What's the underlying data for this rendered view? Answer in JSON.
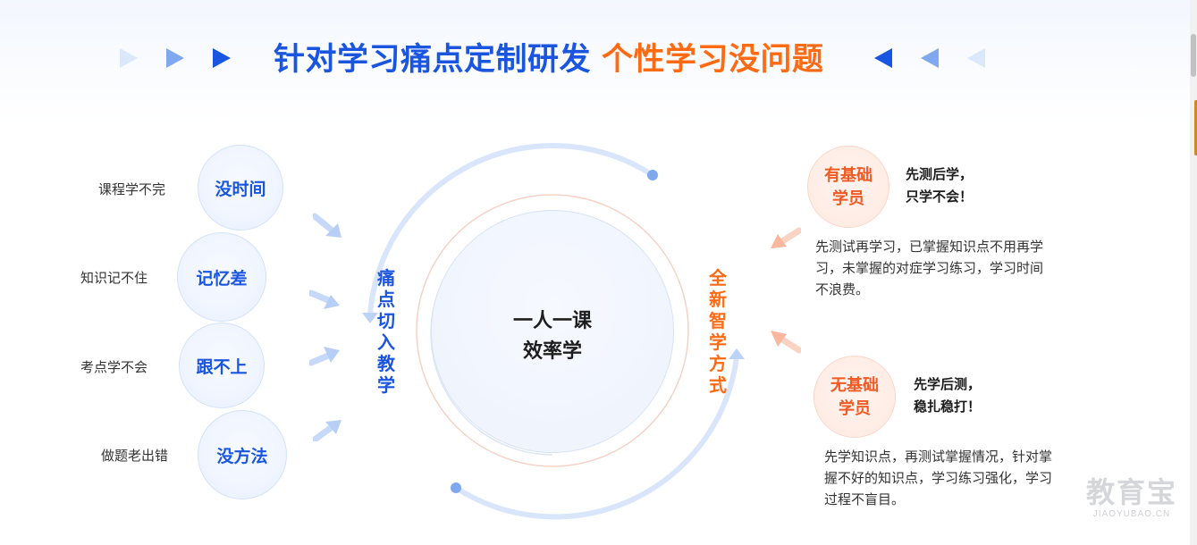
{
  "header": {
    "title_blue": "针对学习痛点定制研发",
    "title_orange": "个性学习没问题",
    "colors": {
      "blue": "#1a55e0",
      "orange": "#ff6a13"
    }
  },
  "pain_points": [
    {
      "label": "课程学不完",
      "bubble": "没时间"
    },
    {
      "label": "知识记不住",
      "bubble": "记忆差"
    },
    {
      "label": "考点学不会",
      "bubble": "跟不上"
    },
    {
      "label": "做题老出错",
      "bubble": "没方法"
    }
  ],
  "left_vertical": "痛点切入教学",
  "center": {
    "line1": "一人一课",
    "line2": "效率学"
  },
  "right_vertical": "全新智学方式",
  "students": [
    {
      "bubble_line1": "有基础",
      "bubble_line2": "学员",
      "tag_line1": "先测后学，",
      "tag_line2": "只学不会！",
      "desc": "先测试再学习，已掌握知识点不用再学习，未掌握的对症学习练习，学习时间不浪费。"
    },
    {
      "bubble_line1": "无基础",
      "bubble_line2": "学员",
      "tag_line1": "先学后测，",
      "tag_line2": "稳扎稳打！",
      "desc": "先学知识点，再测试掌握情况，针对掌握不好的知识点，学习练习强化，学习过程不盲目。"
    }
  ],
  "watermark": {
    "main": "教育宝",
    "sub": "JIAOYUBAO.CN"
  }
}
